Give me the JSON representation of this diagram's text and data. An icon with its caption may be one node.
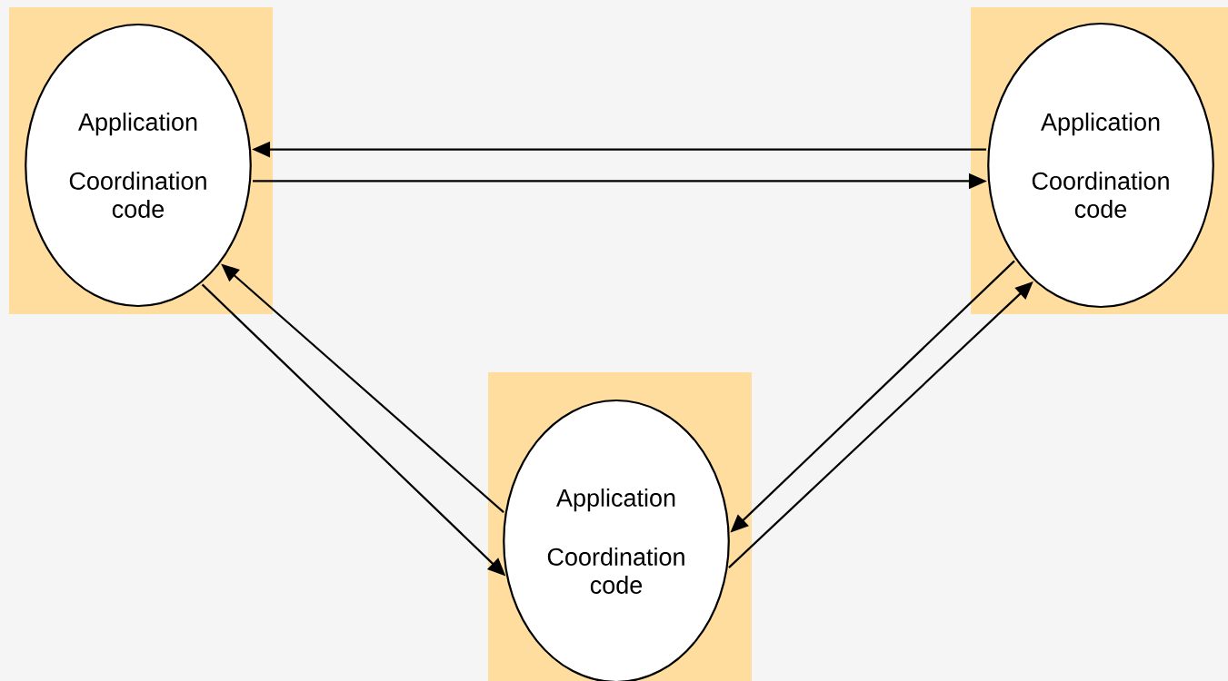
{
  "diagram": {
    "nodes": [
      {
        "text": [],
        "shape": "box"
      },
      {
        "text": [
          "Application",
          "Coordination code"
        ],
        "in": 0
      },
      {
        "text": [],
        "shape": "box"
      },
      {
        "text": [
          "Application",
          "Coordination code"
        ],
        "in": 2
      },
      {
        "text": [],
        "shape": "box"
      },
      {
        "text": [
          "Application",
          "Coordination code"
        ],
        "in": 4
      }
    ],
    "edges": [
      {
        "from": 3,
        "to": 1,
        "arrow": "to"
      },
      {
        "from": 1,
        "to": 3,
        "arrow": "to"
      },
      {
        "from": 5,
        "to": 1,
        "arrow": "to"
      },
      {
        "from": 1,
        "to": 5,
        "arrow": "to"
      },
      {
        "from": 5,
        "to": 3,
        "arrow": "to"
      },
      {
        "from": 3,
        "to": 5,
        "arrow": "to"
      }
    ]
  }
}
